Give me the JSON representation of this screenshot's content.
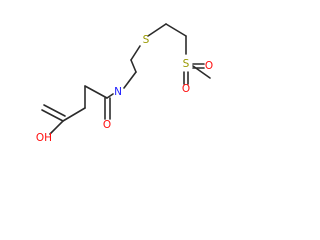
{
  "molecule": {
    "atoms": [
      {
        "id": "n1",
        "label": "N",
        "color": "#1a1aff"
      },
      {
        "id": "s1",
        "label": "S",
        "color": "#999900"
      },
      {
        "id": "s2",
        "label": "S",
        "color": "#999900"
      },
      {
        "id": "o1",
        "label": "O",
        "color": "#ff0d0d"
      },
      {
        "id": "o2",
        "label": "O",
        "color": "#ff0d0d"
      },
      {
        "id": "o3",
        "label": "O",
        "color": "#ff0d0d"
      },
      {
        "id": "oh1",
        "label": "OH",
        "color": "#ff0d0d"
      }
    ]
  }
}
